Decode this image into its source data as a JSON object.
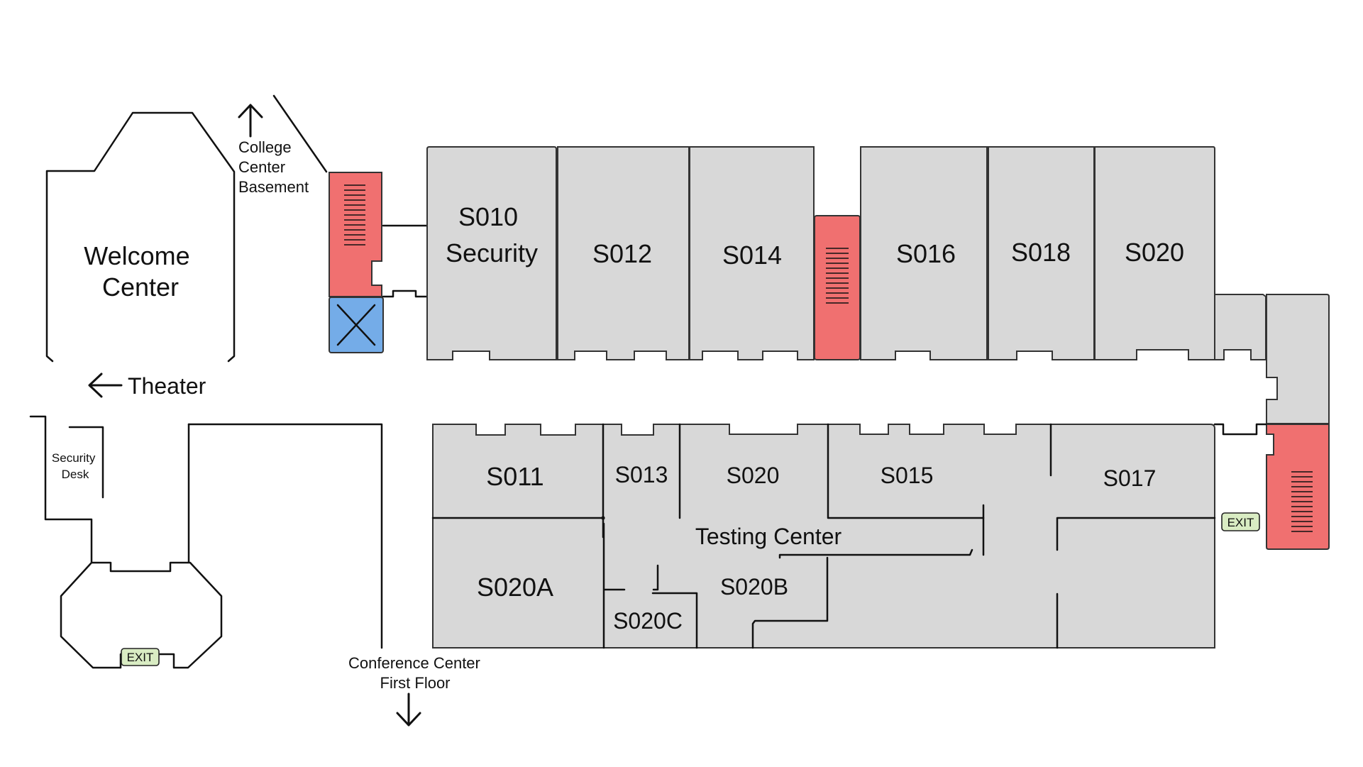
{
  "colors": {
    "room_fill": "#d8d8d8",
    "stair_fill": "#f07070",
    "elevator_fill": "#74ace8",
    "exit_fill": "#d9ecc3"
  },
  "icons": [
    "stairs-icon",
    "elevator-icon",
    "arrow-up-icon",
    "arrow-left-icon",
    "arrow-down-icon",
    "exit-sign"
  ],
  "buildings": {
    "welcome_center": [
      "Welcome",
      "Center"
    ],
    "security_desk": [
      "Security",
      "Desk"
    ]
  },
  "directions": {
    "college_center": [
      "College",
      "Center",
      "Basement"
    ],
    "theater": "Theater",
    "conference_center": [
      "Conference Center",
      "First Floor"
    ]
  },
  "rooms": {
    "s010": [
      "S010",
      "Security"
    ],
    "s012": "S012",
    "s014": "S014",
    "s016": "S016",
    "s018": "S018",
    "s020_north": "S020",
    "s011": "S011",
    "s013": "S013",
    "s020_south": "S020",
    "s015": "S015",
    "s017": "S017",
    "testing_center": "Testing Center",
    "s020a": "S020A",
    "s020b": "S020B",
    "s020c": "S020C"
  },
  "exits": {
    "east": "EXIT",
    "west": "EXIT"
  }
}
